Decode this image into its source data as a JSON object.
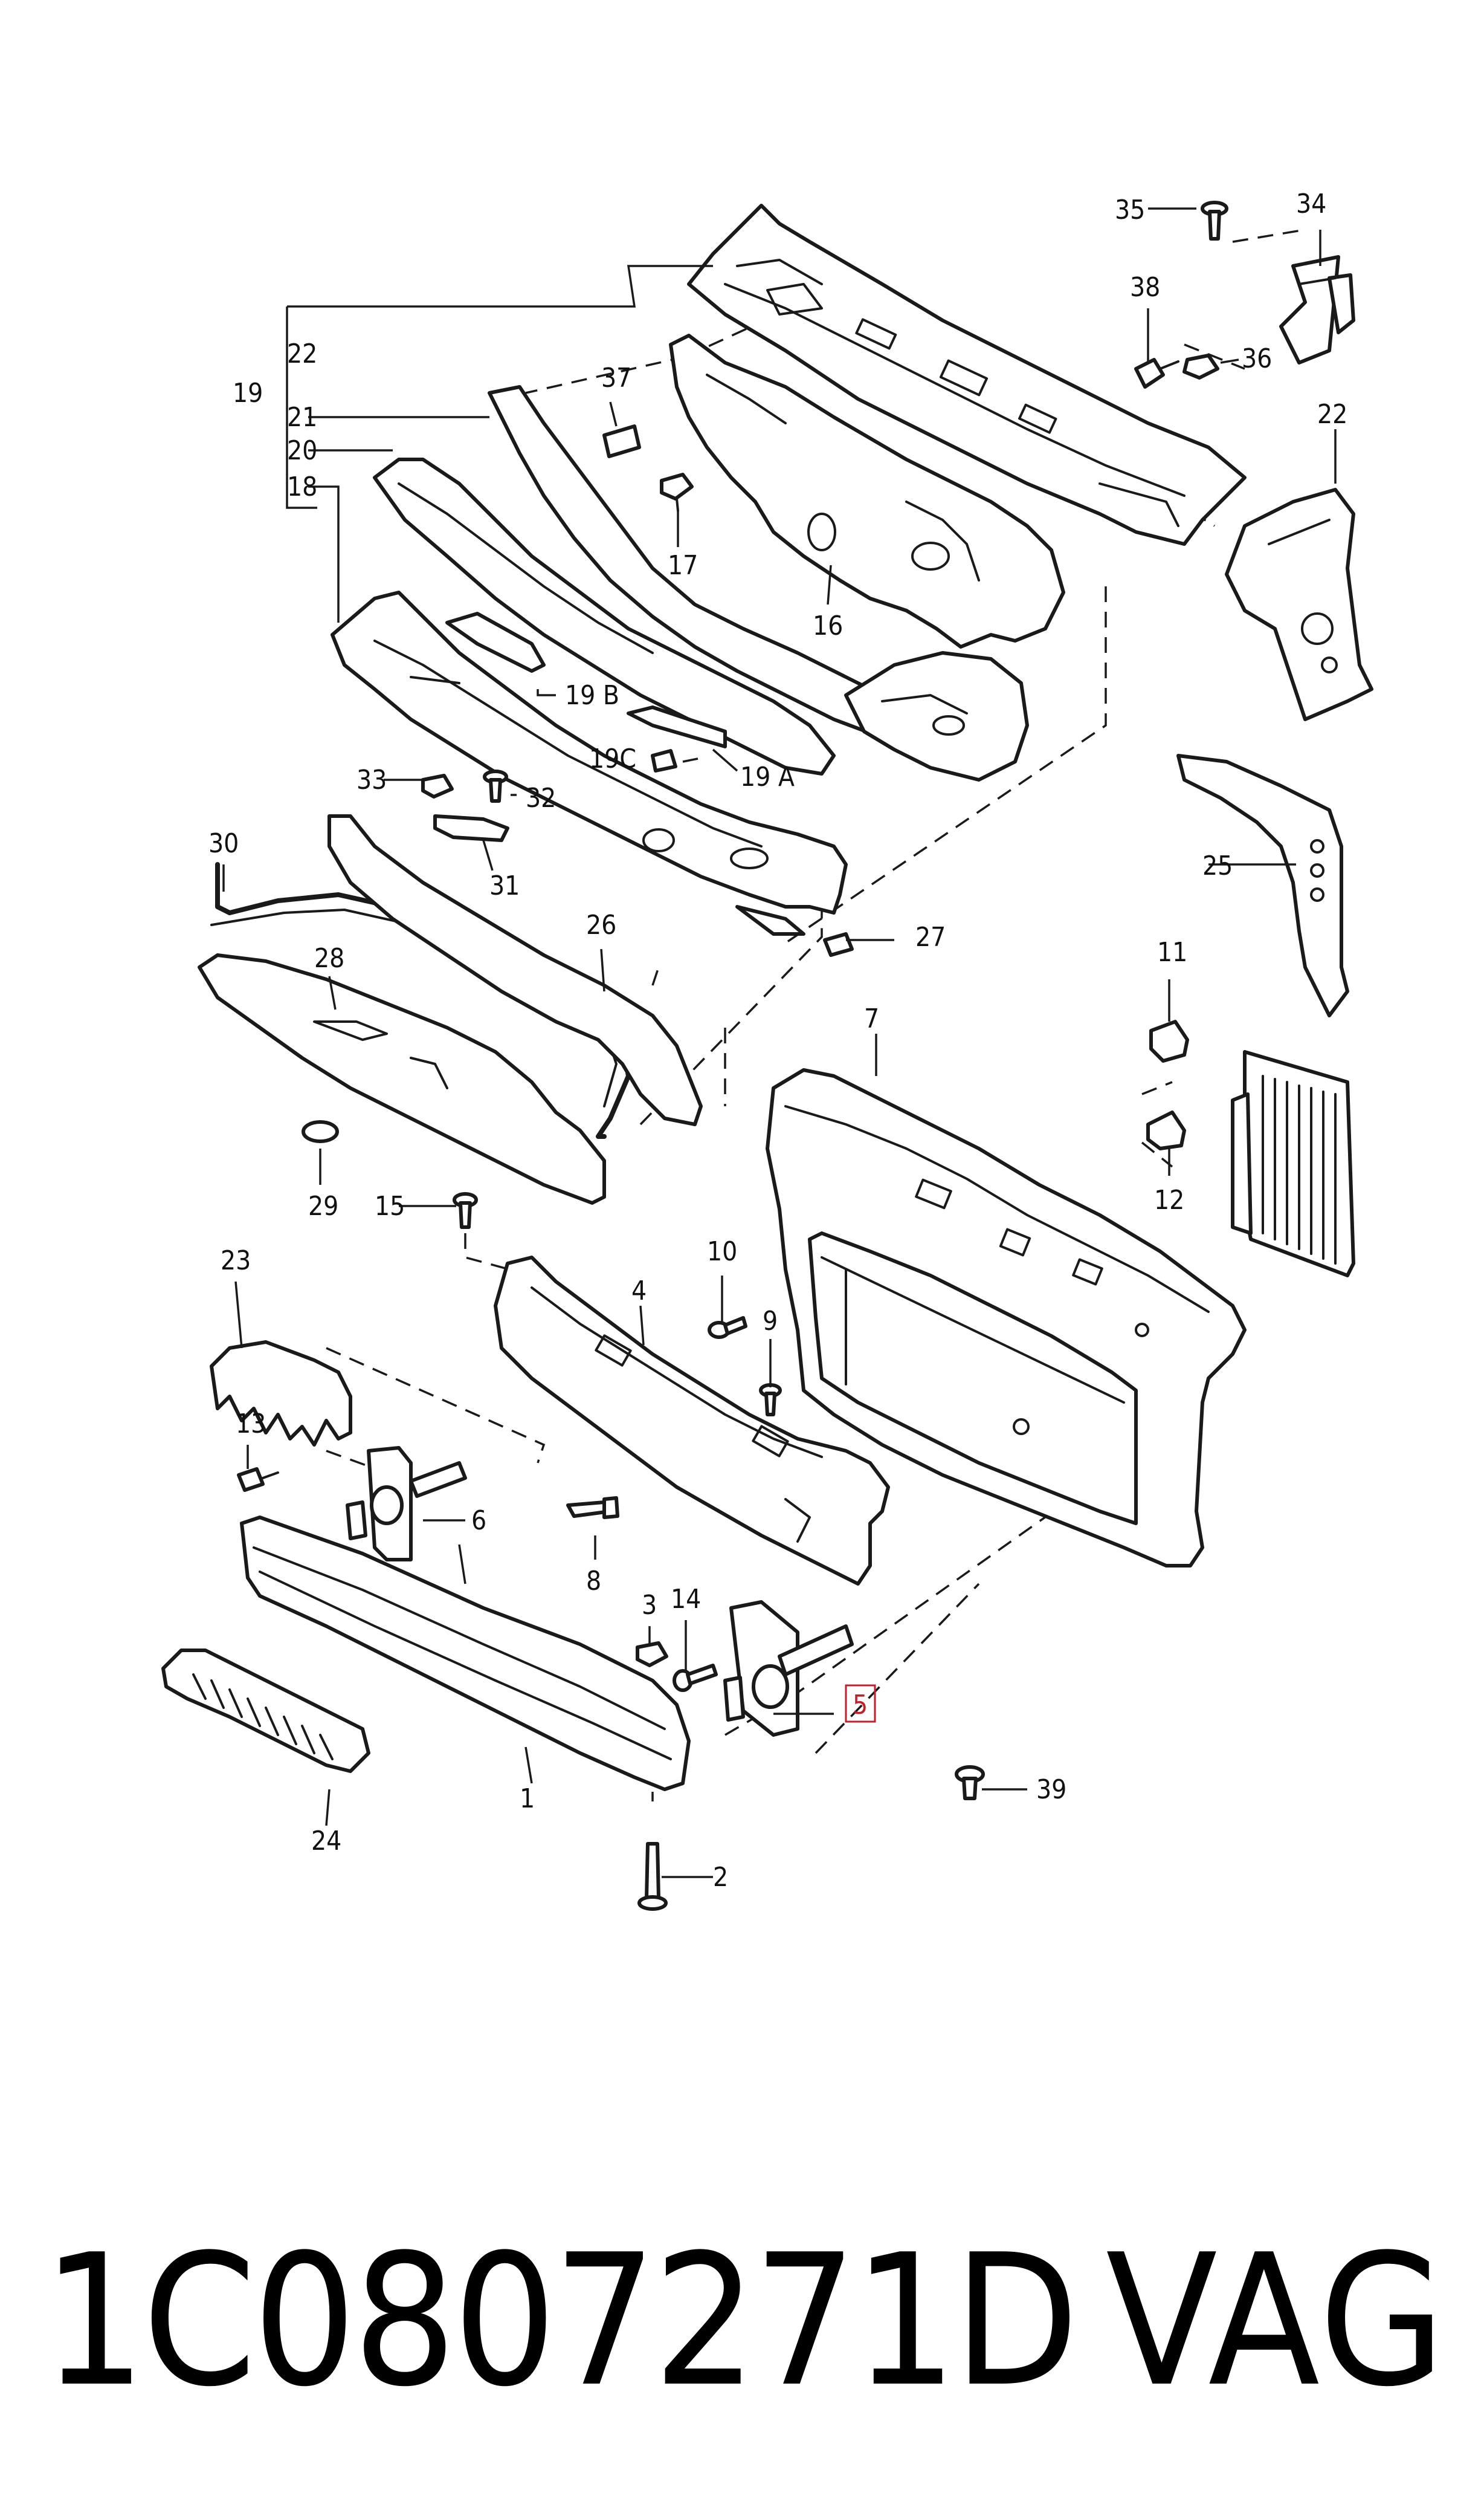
{
  "labels": {
    "l1": "1",
    "l2": "2",
    "l3": "3",
    "l4": "4",
    "l5": "5",
    "l6": "6",
    "l7": "7",
    "l8": "8",
    "l9": "9",
    "l10": "10",
    "l11": "11",
    "l12": "12",
    "l13": "13",
    "l14": "14",
    "l15": "15",
    "l16": "16",
    "l17": "17",
    "l18": "18",
    "l19": "19",
    "l19a": "19 A",
    "l19b": "19 B",
    "l19c": "19C",
    "l20": "20",
    "l21": "21",
    "l22a": "22",
    "l22b": "22",
    "l23": "23",
    "l24": "24",
    "l25": "25",
    "l26": "26",
    "l27": "27",
    "l28": "28",
    "l29": "29",
    "l30": "30",
    "l31": "31",
    "l32": "32",
    "l33": "33",
    "l34": "34",
    "l35": "35",
    "l36": "36",
    "l37": "37",
    "l38": "38",
    "l39": "39"
  },
  "footer": {
    "part_number": "1C0807271D",
    "brand": "VAG"
  },
  "colors": {
    "line": "#1a1a1a",
    "highlight_box": "#c0202c"
  }
}
